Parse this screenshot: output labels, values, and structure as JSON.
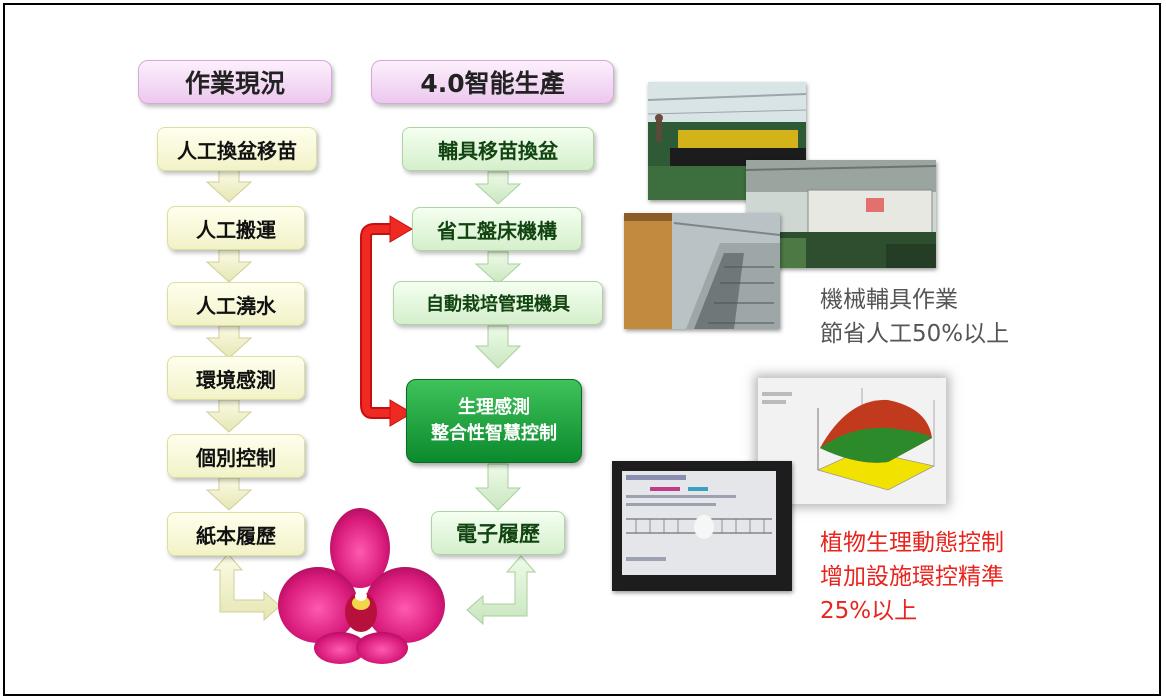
{
  "left_column": {
    "header": "作業現況",
    "steps": [
      "人工換盆移苗",
      "人工搬運",
      "人工澆水",
      "環境感測",
      "個別控制",
      "紙本履歷"
    ]
  },
  "right_column": {
    "header": "4.0智能生產",
    "steps": [
      "輔具移苗換盆",
      "省工盤床機構",
      "自動栽培管理機具"
    ],
    "highlight_lines": [
      "生理感測",
      "整合性智慧控制"
    ],
    "last_step": "電子履歷"
  },
  "captions": {
    "machinery": [
      "機械輔具作業",
      "節省人工50%以上"
    ],
    "control": [
      "植物生理動態控制",
      "增加設施環控精準",
      "25%以上"
    ]
  },
  "colors": {
    "header_fill": "#ecc8ee",
    "step_fill": "#f2f2c8",
    "green_step_fill": "#d5efcc",
    "highlight_fill": "#0b8a2d",
    "loop_arrow": "#e8241e",
    "caption_gray": "#555555",
    "caption_red": "#e8241e"
  }
}
